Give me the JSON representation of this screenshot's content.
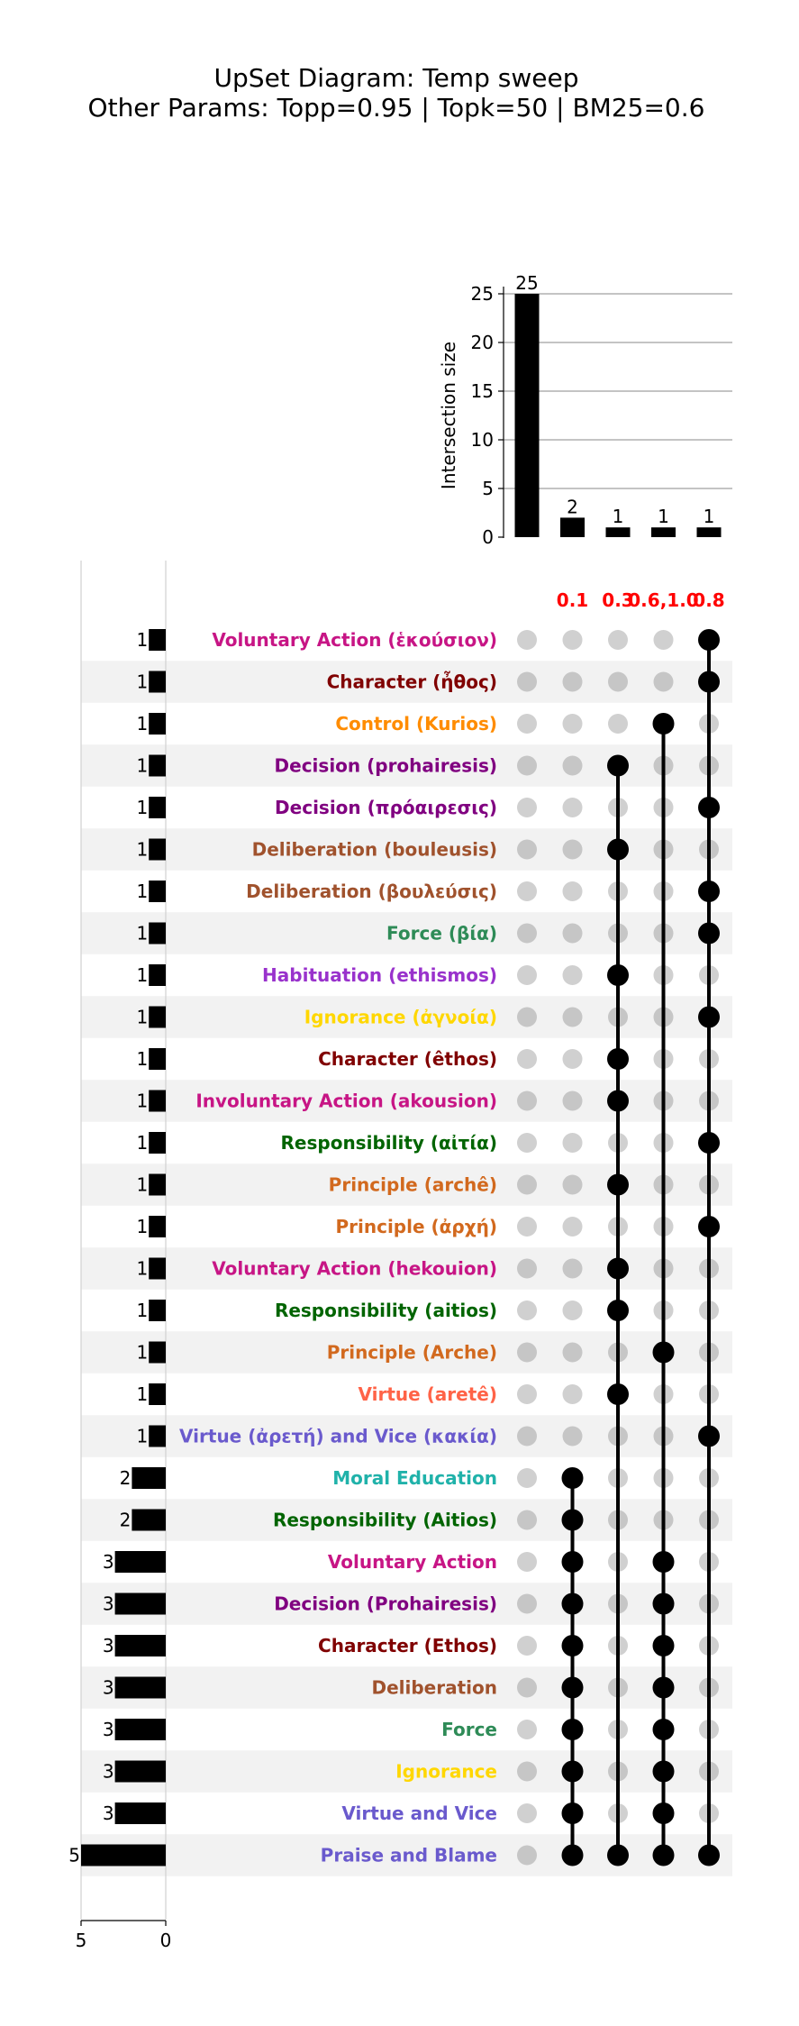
{
  "title_line1": "UpSet Diagram: Temp sweep",
  "title_line2": "Other Params: Topp=0.95 | Topk=50 | BM25=0.6",
  "chart_data": {
    "type": "bar",
    "ylabel": "Intersection size",
    "ylim": [
      0,
      25
    ],
    "yticks": [
      "0",
      "5",
      "10",
      "15",
      "20",
      "25"
    ],
    "grid": true,
    "intersections": [
      {
        "label": "",
        "size": 25,
        "members": []
      },
      {
        "label": "0.1",
        "size": 2,
        "members": [
          20,
          21,
          22,
          23,
          24,
          25,
          26,
          27,
          28,
          29
        ]
      },
      {
        "label": "0.3",
        "size": 1,
        "members": [
          3,
          5,
          8,
          10,
          11,
          13,
          15,
          16,
          18,
          29
        ]
      },
      {
        "label": "0.6,1.0",
        "size": 1,
        "members": [
          2,
          17,
          22,
          23,
          24,
          25,
          26,
          27,
          28,
          29
        ]
      },
      {
        "label": "0.8",
        "size": 1,
        "members": [
          0,
          1,
          4,
          6,
          7,
          9,
          12,
          14,
          19,
          29
        ]
      }
    ],
    "sets": [
      {
        "name": "Voluntary Action (ἑκούσιον)",
        "size": 1,
        "color": "#c71585"
      },
      {
        "name": "Character (ἦθος)",
        "size": 1,
        "color": "#800000"
      },
      {
        "name": "Control (Kurios)",
        "size": 1,
        "color": "#ff8c00"
      },
      {
        "name": "Decision (prohairesis)",
        "size": 1,
        "color": "#800080"
      },
      {
        "name": "Decision (πρόαιρεσις)",
        "size": 1,
        "color": "#800080"
      },
      {
        "name": "Deliberation (bouleusis)",
        "size": 1,
        "color": "#a0522d"
      },
      {
        "name": "Deliberation (βουλεύσις)",
        "size": 1,
        "color": "#a0522d"
      },
      {
        "name": "Force (βία)",
        "size": 1,
        "color": "#2e8b57"
      },
      {
        "name": "Habituation (ethismos)",
        "size": 1,
        "color": "#9932cc"
      },
      {
        "name": "Ignorance (ἀγνοία)",
        "size": 1,
        "color": "#ffd700"
      },
      {
        "name": "Character (êthos)",
        "size": 1,
        "color": "#800000"
      },
      {
        "name": "Involuntary Action (akousion)",
        "size": 1,
        "color": "#c71585"
      },
      {
        "name": "Responsibility (αἰτία)",
        "size": 1,
        "color": "#006400"
      },
      {
        "name": "Principle (archê)",
        "size": 1,
        "color": "#d2691e"
      },
      {
        "name": "Principle (ἀρχή)",
        "size": 1,
        "color": "#d2691e"
      },
      {
        "name": "Voluntary Action (hekouion)",
        "size": 1,
        "color": "#c71585"
      },
      {
        "name": "Responsibility (aitios)",
        "size": 1,
        "color": "#006400"
      },
      {
        "name": "Principle (Arche)",
        "size": 1,
        "color": "#d2691e"
      },
      {
        "name": "Virtue (aretê)",
        "size": 1,
        "color": "#ff6347"
      },
      {
        "name": "Virtue (ἀρετή) and Vice (κακία)",
        "size": 1,
        "color": "#6a5acd"
      },
      {
        "name": "Moral Education",
        "size": 2,
        "color": "#20b2aa"
      },
      {
        "name": "Responsibility (Aitios)",
        "size": 2,
        "color": "#006400"
      },
      {
        "name": "Voluntary Action",
        "size": 3,
        "color": "#c71585"
      },
      {
        "name": "Decision (Prohairesis)",
        "size": 3,
        "color": "#800080"
      },
      {
        "name": "Character (Ethos)",
        "size": 3,
        "color": "#800000"
      },
      {
        "name": "Deliberation",
        "size": 3,
        "color": "#a0522d"
      },
      {
        "name": "Force",
        "size": 3,
        "color": "#2e8b57"
      },
      {
        "name": "Ignorance",
        "size": 3,
        "color": "#ffd700"
      },
      {
        "name": "Virtue and Vice",
        "size": 3,
        "color": "#6a5acd"
      },
      {
        "name": "Praise and Blame",
        "size": 5,
        "color": "#6a5acd"
      }
    ],
    "set_size_xlim": [
      5,
      0
    ],
    "set_size_xticks": [
      "5",
      "0"
    ]
  }
}
